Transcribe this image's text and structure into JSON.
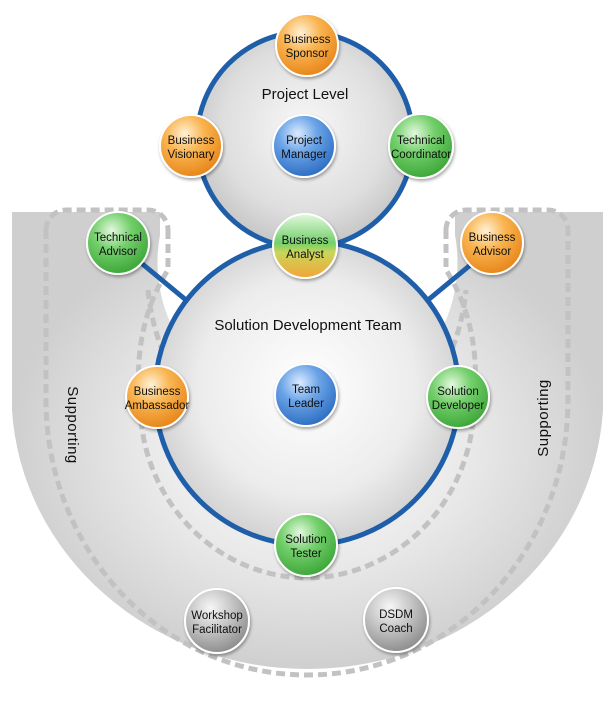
{
  "diagram": {
    "project_level_label": "Project Level",
    "team_label": "Solution Development Team",
    "supporting_left_label": "Supporting",
    "supporting_right_label": "Supporting"
  },
  "roles": {
    "business_sponsor": {
      "line1": "Business",
      "line2": "Sponsor",
      "color": "orange"
    },
    "business_visionary": {
      "line1": "Business",
      "line2": "Visionary",
      "color": "orange"
    },
    "project_manager": {
      "line1": "Project",
      "line2": "Manager",
      "color": "blue"
    },
    "technical_coordinator": {
      "line1": "Technical",
      "line2": "Coordinator",
      "color": "green"
    },
    "business_analyst": {
      "line1": "Business",
      "line2": "Analyst",
      "color": "green-orange"
    },
    "technical_advisor": {
      "line1": "Technical",
      "line2": "Advisor",
      "color": "green"
    },
    "business_advisor": {
      "line1": "Business",
      "line2": "Advisor",
      "color": "orange"
    },
    "business_ambassador": {
      "line1": "Business",
      "line2": "Ambassador",
      "color": "orange"
    },
    "team_leader": {
      "line1": "Team",
      "line2": "Leader",
      "color": "blue"
    },
    "solution_developer": {
      "line1": "Solution",
      "line2": "Developer",
      "color": "green"
    },
    "solution_tester": {
      "line1": "Solution",
      "line2": "Tester",
      "color": "green"
    },
    "workshop_facilitator": {
      "line1": "Workshop",
      "line2": "Facilitator",
      "color": "grey"
    },
    "dsdm_coach": {
      "line1": "DSDM",
      "line2": "Coach",
      "color": "grey"
    }
  },
  "colors": {
    "ring_blue": "#1f5ea8",
    "orange": "#f7a23a",
    "green": "#5cc25a",
    "blue": "#4f8fd9",
    "grey": "#b5b5b5"
  }
}
